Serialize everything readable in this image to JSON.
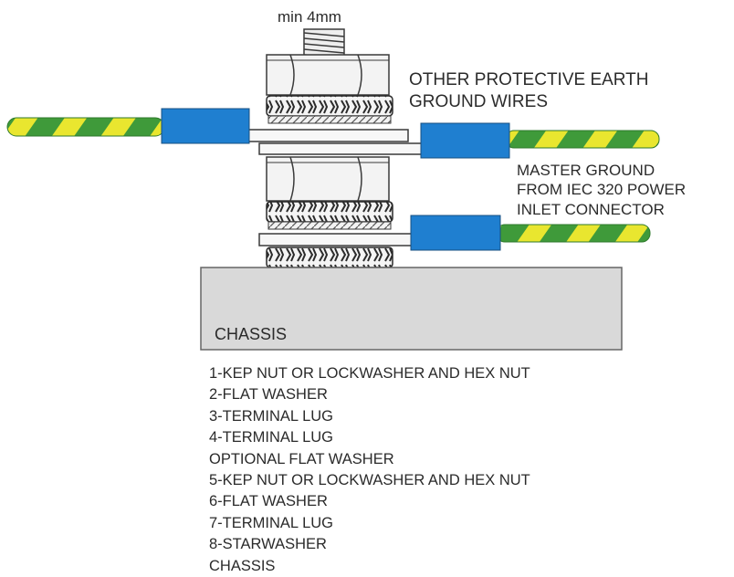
{
  "labels": {
    "thread_size": "min 4mm",
    "other_pe_line1": "OTHER PROTECTIVE EARTH",
    "other_pe_line2": "GROUND WIRES",
    "master_line1": "MASTER GROUND",
    "master_line2": "FROM IEC 320 POWER",
    "master_line3": "INLET CONNECTOR",
    "chassis": "CHASSIS"
  },
  "legend": [
    "1-KEP NUT OR LOCKWASHER AND HEX NUT",
    "2-FLAT WASHER",
    "3-TERMINAL LUG",
    "4-TERMINAL LUG",
    "OPTIONAL FLAT WASHER",
    "5-KEP NUT OR LOCKWASHER AND HEX NUT",
    "6-FLAT WASHER",
    "7-TERMINAL LUG",
    "8-STARWASHER",
    "CHASSIS"
  ],
  "colors": {
    "wire_green": "#3f9a3a",
    "wire_yellow": "#e9e62f",
    "lug_blue": "#1f7fd0",
    "chassis_fill": "#d9d9d9",
    "part_fill": "#f2f2f2",
    "outline": "#3a3a3a"
  }
}
